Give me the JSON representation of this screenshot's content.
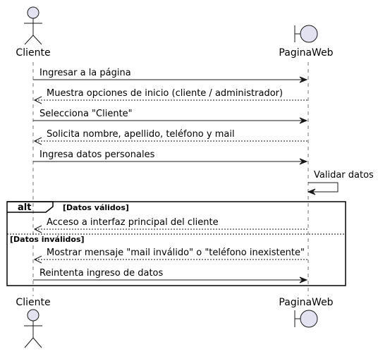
{
  "participants": {
    "cliente": {
      "name": "Cliente",
      "kind": "actor"
    },
    "paginaweb": {
      "name": "PaginaWeb",
      "kind": "boundary"
    }
  },
  "messages": [
    {
      "from": "cliente",
      "to": "paginaweb",
      "text": "Ingresar a la página",
      "style": "solid"
    },
    {
      "from": "paginaweb",
      "to": "cliente",
      "text": "Muestra opciones de inicio (cliente / administrador)",
      "style": "dashed"
    },
    {
      "from": "cliente",
      "to": "paginaweb",
      "text": "Selecciona \"Cliente\"",
      "style": "solid"
    },
    {
      "from": "paginaweb",
      "to": "cliente",
      "text": "Solicita nombre, apellido, teléfono y mail",
      "style": "dashed"
    },
    {
      "from": "cliente",
      "to": "paginaweb",
      "text": "Ingresa datos personales",
      "style": "solid"
    },
    {
      "from": "paginaweb",
      "to": "paginaweb",
      "text": "Validar datos",
      "style": "solid"
    },
    {
      "from": "paginaweb",
      "to": "cliente",
      "text": "Acceso a interfaz principal del cliente",
      "style": "dashed"
    },
    {
      "from": "paginaweb",
      "to": "cliente",
      "text": "Mostrar mensaje \"mail inválido\" o \"teléfono inexistente\"",
      "style": "dashed"
    },
    {
      "from": "cliente",
      "to": "paginaweb",
      "text": "Reintenta ingreso de datos",
      "style": "solid"
    }
  ],
  "fragment": {
    "keyword": "alt",
    "guard1": "[Datos válidos]",
    "guard2": "[Datos inválidos]"
  },
  "colors": {
    "participant_fill": "#e2e2f0",
    "stroke": "#181818",
    "lifeline": "#181818"
  }
}
